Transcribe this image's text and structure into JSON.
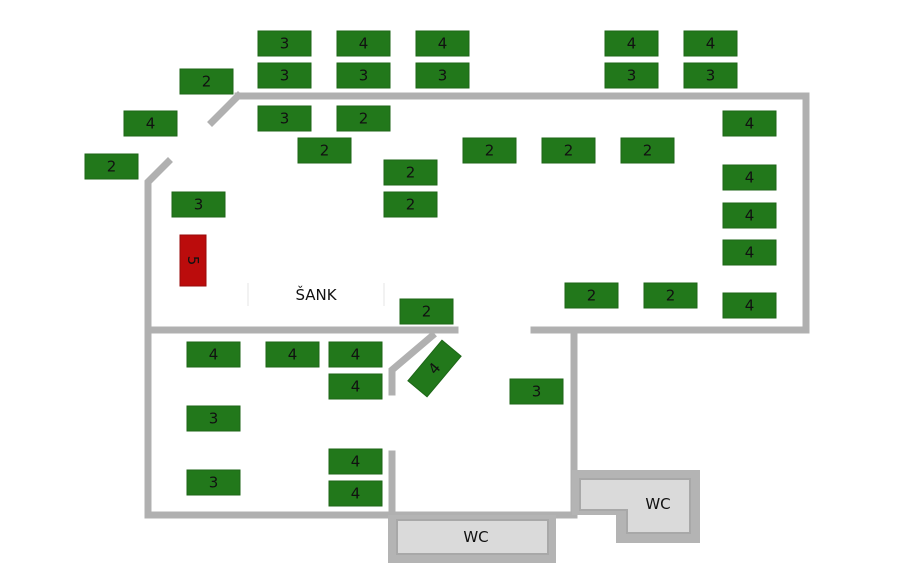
{
  "plan": {
    "bar_label": "ŠANK",
    "wc_labels": [
      "WC",
      "WC"
    ],
    "tables": [
      {
        "label": "3",
        "color": "#22781b"
      },
      {
        "label": "4",
        "color": "#22781b"
      },
      {
        "label": "4",
        "color": "#22781b"
      },
      {
        "label": "4",
        "color": "#22781b"
      },
      {
        "label": "4",
        "color": "#22781b"
      },
      {
        "label": "3",
        "color": "#22781b"
      },
      {
        "label": "3",
        "color": "#22781b"
      },
      {
        "label": "3",
        "color": "#22781b"
      },
      {
        "label": "3",
        "color": "#22781b"
      },
      {
        "label": "3",
        "color": "#22781b"
      },
      {
        "label": "2",
        "color": "#22781b"
      },
      {
        "label": "4",
        "color": "#22781b"
      },
      {
        "label": "2",
        "color": "#22781b"
      },
      {
        "label": "3",
        "color": "#22781b"
      },
      {
        "label": "2",
        "color": "#22781b"
      },
      {
        "label": "2",
        "color": "#22781b"
      },
      {
        "label": "2",
        "color": "#22781b"
      },
      {
        "label": "2",
        "color": "#22781b"
      },
      {
        "label": "2",
        "color": "#22781b"
      },
      {
        "label": "2",
        "color": "#22781b"
      },
      {
        "label": "4",
        "color": "#22781b"
      },
      {
        "label": "2",
        "color": "#22781b"
      },
      {
        "label": "3",
        "color": "#22781b"
      },
      {
        "label": "4",
        "color": "#22781b"
      },
      {
        "label": "4",
        "color": "#22781b"
      },
      {
        "label": "4",
        "color": "#22781b"
      },
      {
        "label": "5",
        "color": "#bb0c0c"
      },
      {
        "label": "2",
        "color": "#22781b"
      },
      {
        "label": "2",
        "color": "#22781b"
      },
      {
        "label": "2",
        "color": "#22781b"
      },
      {
        "label": "4",
        "color": "#22781b"
      },
      {
        "label": "4",
        "color": "#22781b"
      },
      {
        "label": "4",
        "color": "#22781b"
      },
      {
        "label": "4",
        "color": "#22781b"
      },
      {
        "label": "4",
        "color": "#22781b"
      },
      {
        "label": "4",
        "color": "#22781b"
      },
      {
        "label": "3",
        "color": "#22781b"
      },
      {
        "label": "3",
        "color": "#22781b"
      },
      {
        "label": "3",
        "color": "#22781b"
      },
      {
        "label": "4",
        "color": "#22781b"
      },
      {
        "label": "4",
        "color": "#22781b"
      }
    ]
  }
}
